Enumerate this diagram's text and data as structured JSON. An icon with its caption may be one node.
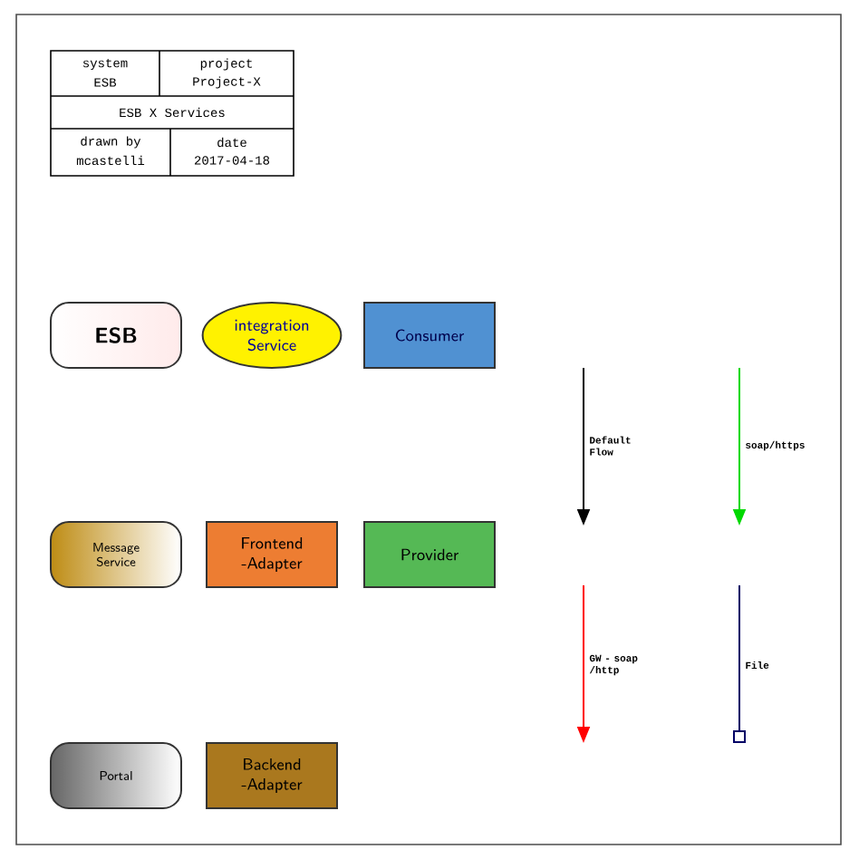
{
  "diagram": {
    "nodes": [
      {
        "text": [
          "ESB"
        ]
      },
      {
        "text": [
          "integration Service"
        ]
      },
      {
        "text": [
          "Consumer"
        ]
      },
      {
        "text": [
          "Message Service"
        ]
      },
      {
        "text": [
          "Frontend -Adapter"
        ]
      },
      {
        "text": [
          "Provider"
        ]
      },
      {
        "text": [
          "Portal"
        ]
      },
      {
        "text": [
          "Backend -Adapter"
        ]
      }
    ],
    "edges": [],
    "labels": [
      "system",
      "ESB",
      "project",
      "Project-X",
      "ESB X Services",
      "drawn by",
      "mcastelli",
      "date",
      "2017-04-18"
    ],
    "legend": [
      {
        "text": "Default Flow"
      },
      {
        "text": "soap/https"
      },
      {
        "text": "GW - soap /http"
      },
      {
        "text": "File"
      }
    ]
  }
}
